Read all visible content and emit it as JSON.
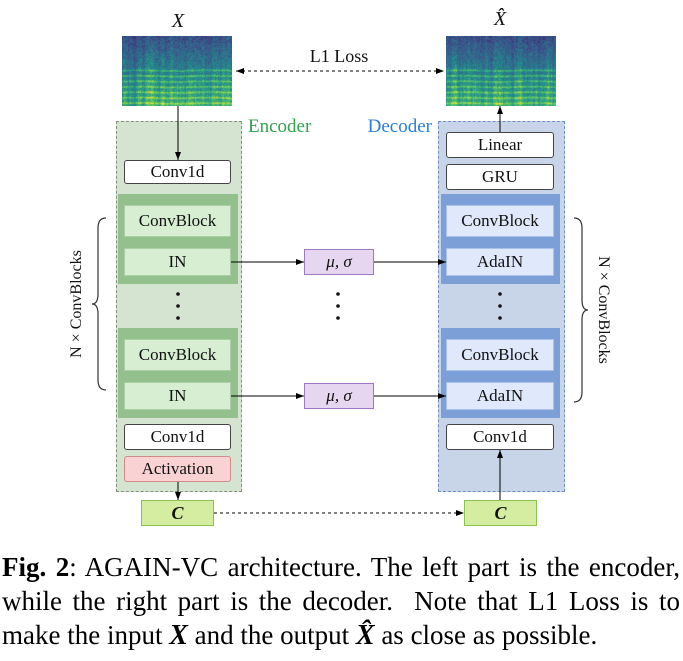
{
  "figure": {
    "input_label": "X",
    "output_label": "X̂",
    "loss_label": "L1 Loss",
    "encoder": {
      "title": "Encoder",
      "conv_in": "Conv1d",
      "blocks": [
        {
          "convblock": "ConvBlock",
          "norm": "IN"
        },
        {
          "convblock": "ConvBlock",
          "norm": "IN"
        }
      ],
      "conv_out": "Conv1d",
      "activation": "Activation",
      "repeat_label": "N × ConvBlocks",
      "latent": "C"
    },
    "stats": [
      "μ, σ",
      "μ, σ"
    ],
    "decoder": {
      "title": "Decoder",
      "linear": "Linear",
      "gru": "GRU",
      "blocks": [
        {
          "convblock": "ConvBlock",
          "norm": "AdaIN"
        },
        {
          "convblock": "ConvBlock",
          "norm": "AdaIN"
        }
      ],
      "conv_in": "Conv1d",
      "repeat_label": "N × ConvBlocks",
      "latent": "C"
    }
  },
  "caption": {
    "fig_label": "Fig. 2",
    "line1_rest": ": AGAIN-VC architecture. The left part is the encoder,",
    "line2": "while the right part is the decoder.  Note that L1 Loss is to",
    "line3_a": "make the input ",
    "line3_x": "X",
    "line3_b": " and the output ",
    "line3_xhat": "X̂",
    "line3_c": " as close as possible."
  },
  "colors": {
    "encoder_label": "#33a04f",
    "decoder_label": "#2b80d6",
    "encoder_panel": "#d5e3d1",
    "encoder_group": "#93c08d",
    "encoder_cell": "#d7eed3",
    "decoder_panel": "#c8d5e8",
    "decoder_group": "#7d9fd8",
    "decoder_cell": "#dfe9fb",
    "activation": "#f9d3d3",
    "latent": "#d4eda0",
    "stats": "#e6d6ef"
  }
}
